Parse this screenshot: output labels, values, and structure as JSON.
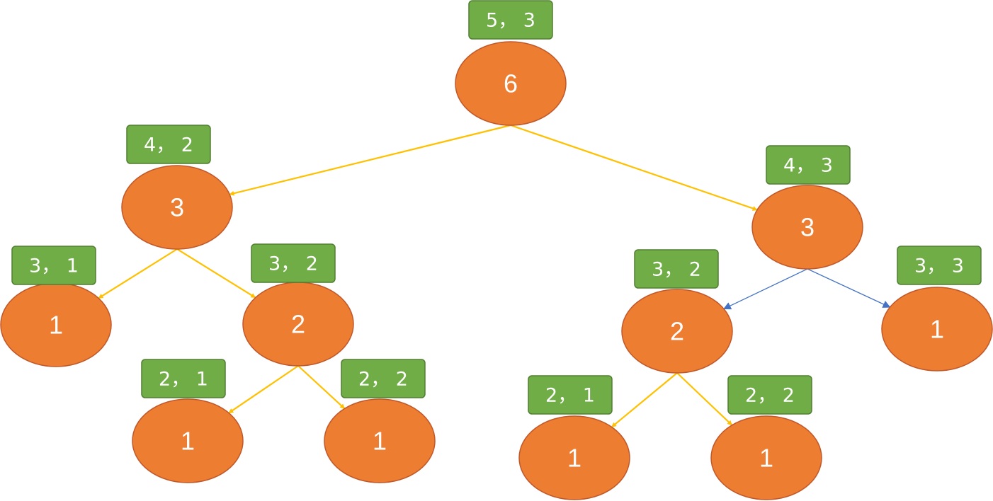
{
  "colors": {
    "node_fill": "#ED7D31",
    "tag_fill": "#70AD47",
    "edge_primary": "#FFC000",
    "edge_secondary": "#4472C4"
  },
  "nodes": [
    {
      "id": "root",
      "value": "6",
      "tag": "5， 3"
    },
    {
      "id": "l",
      "value": "3",
      "tag": "4， 2"
    },
    {
      "id": "r",
      "value": "3",
      "tag": "4， 3"
    },
    {
      "id": "ll",
      "value": "1",
      "tag": "3， 1"
    },
    {
      "id": "lr",
      "value": "2",
      "tag": "3， 2"
    },
    {
      "id": "lrl",
      "value": "1",
      "tag": "2， 1"
    },
    {
      "id": "lrr",
      "value": "1",
      "tag": "2， 2"
    },
    {
      "id": "rl",
      "value": "2",
      "tag": "3， 2"
    },
    {
      "id": "rr",
      "value": "1",
      "tag": "3， 3"
    },
    {
      "id": "rll",
      "value": "1",
      "tag": "2， 1"
    },
    {
      "id": "rlr",
      "value": "1",
      "tag": "2， 2"
    }
  ],
  "edges": [
    {
      "from": "root",
      "to": "l",
      "style": "primary"
    },
    {
      "from": "root",
      "to": "r",
      "style": "primary"
    },
    {
      "from": "l",
      "to": "ll",
      "style": "primary"
    },
    {
      "from": "l",
      "to": "lr",
      "style": "primary"
    },
    {
      "from": "lr",
      "to": "lrl",
      "style": "primary"
    },
    {
      "from": "lr",
      "to": "lrr",
      "style": "primary"
    },
    {
      "from": "r",
      "to": "rl",
      "style": "secondary"
    },
    {
      "from": "r",
      "to": "rr",
      "style": "secondary"
    },
    {
      "from": "rl",
      "to": "rll",
      "style": "primary"
    },
    {
      "from": "rl",
      "to": "rlr",
      "style": "primary"
    }
  ]
}
